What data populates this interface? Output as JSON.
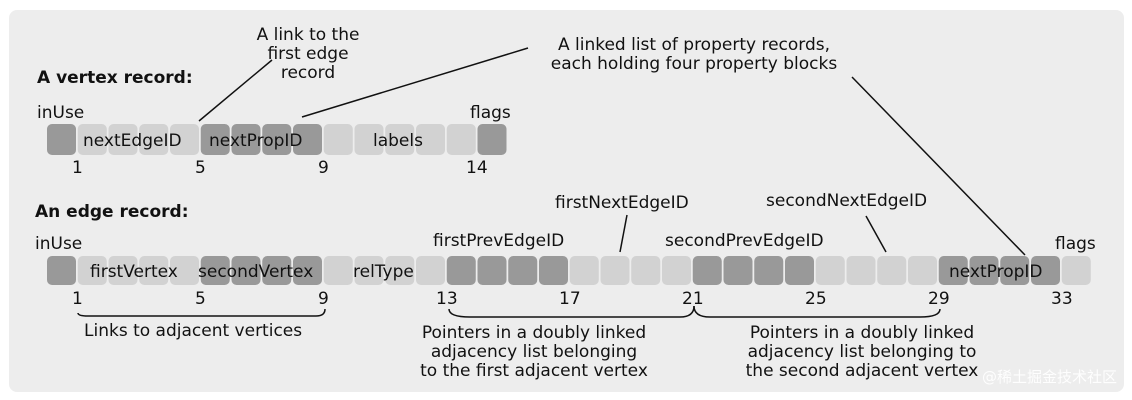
{
  "colors": {
    "background": "#ffffff",
    "panel": "#ededed",
    "block_light": "#d2d2d2",
    "block_dark": "#999999",
    "line": "#111111"
  },
  "vertex": {
    "title": "A vertex record:",
    "in_use": "inUse",
    "flags": "flags",
    "fields": {
      "next_edge_id": "nextEdgeID",
      "next_prop_id": "nextPropID",
      "labels": "labels"
    },
    "ticks": [
      "1",
      "5",
      "9",
      "14"
    ],
    "blocks": [
      "dark",
      "light",
      "light",
      "light",
      "light",
      "dark",
      "dark",
      "dark",
      "dark",
      "light",
      "light",
      "light",
      "light",
      "light",
      "dark"
    ]
  },
  "edge": {
    "title": "An edge record:",
    "in_use": "inUse",
    "flags": "flags",
    "fields": {
      "first_vertex": "firstVertex",
      "second_vertex": "secondVertex",
      "rel_type": "relType",
      "first_prev_edge_id": "firstPrevEdgeID",
      "first_next_edge_id": "firstNextEdgeID",
      "second_prev_edge_id": "secondPrevEdgeID",
      "second_next_edge_id": "secondNextEdgeID",
      "next_prop_id": "nextPropID"
    },
    "ticks": [
      "1",
      "5",
      "9",
      "13",
      "17",
      "21",
      "25",
      "29",
      "33"
    ],
    "blocks": [
      "dark",
      "light",
      "light",
      "light",
      "light",
      "dark",
      "dark",
      "dark",
      "dark",
      "light",
      "light",
      "light",
      "light",
      "dark",
      "dark",
      "dark",
      "dark",
      "light",
      "light",
      "light",
      "light",
      "dark",
      "dark",
      "dark",
      "dark",
      "light",
      "light",
      "light",
      "light",
      "dark",
      "dark",
      "dark",
      "dark",
      "light"
    ]
  },
  "annotations": {
    "edge_link": [
      "A link to the",
      "first edge",
      "record"
    ],
    "prop_list": [
      "A linked list of property records,",
      "each holding four property blocks"
    ],
    "adjacent": "Links to adjacent vertices",
    "first_list": [
      "Pointers in a doubly linked",
      "adjacency list belonging",
      "to the first adjacent vertex"
    ],
    "second_list": [
      "Pointers in a doubly linked",
      "adjacency list belonging to",
      "the second adjacent vertex"
    ]
  },
  "watermark": "@稀土掘金技术社区"
}
